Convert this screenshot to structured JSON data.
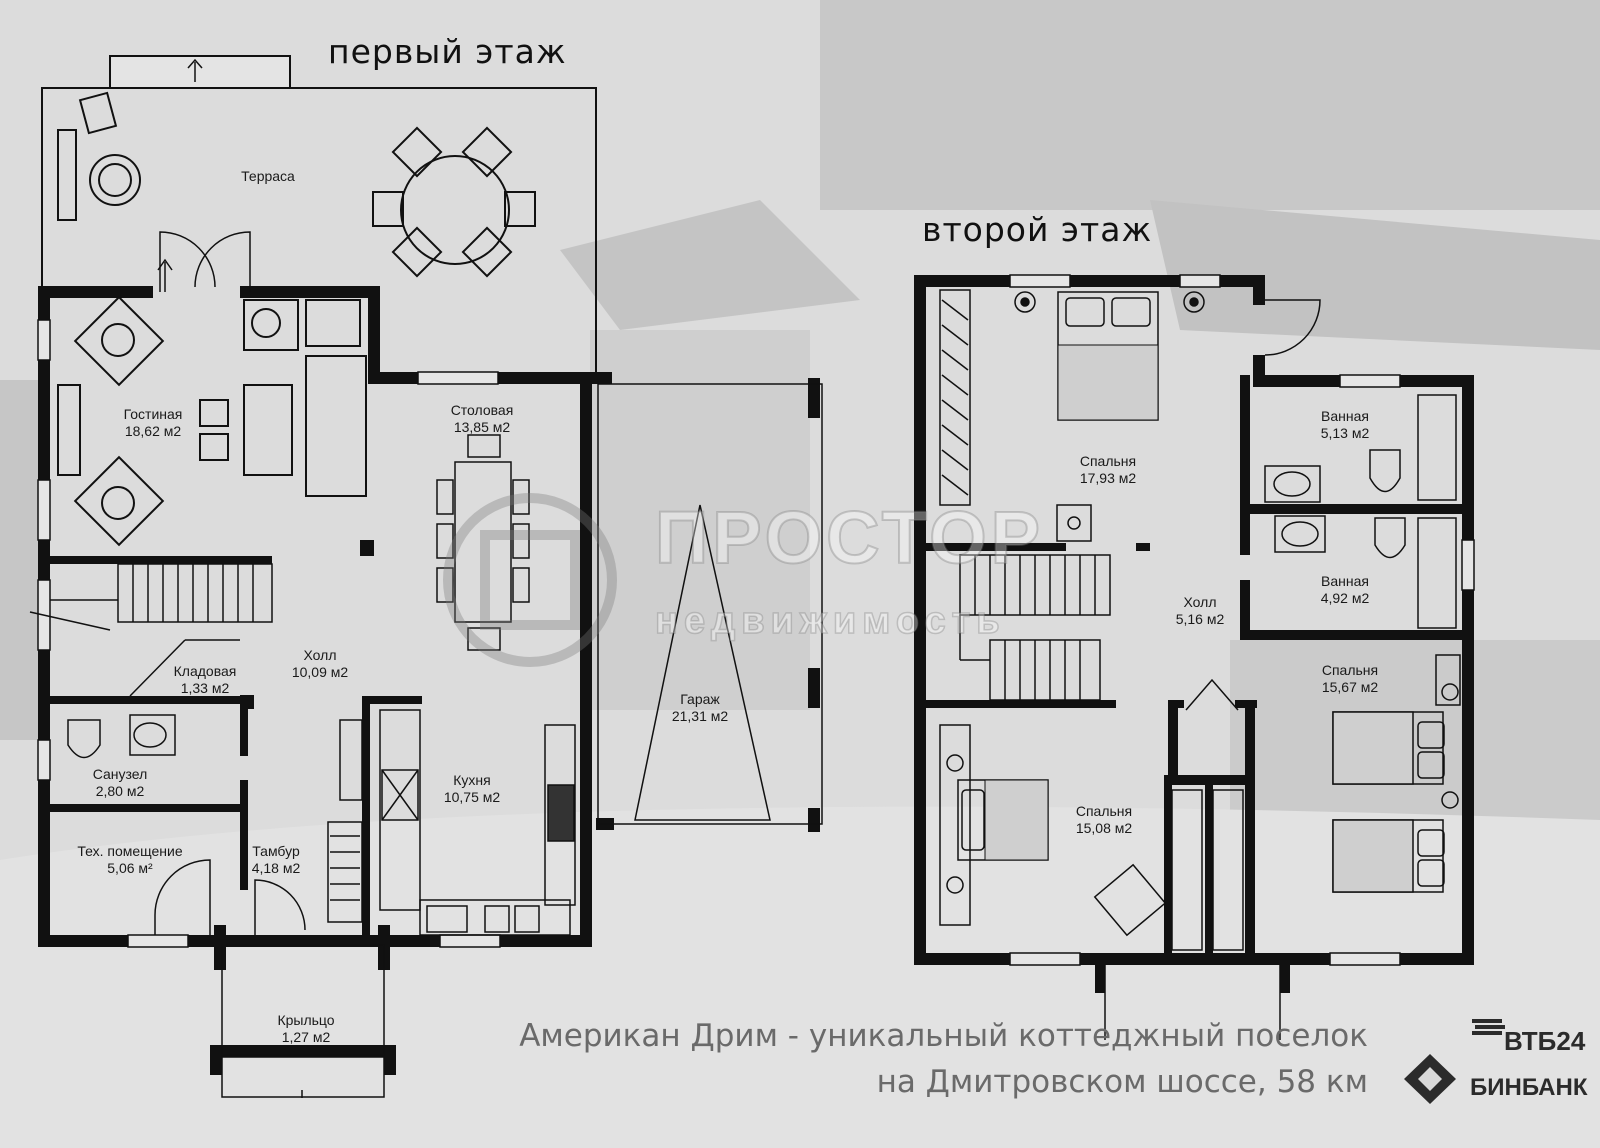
{
  "floors": {
    "first": {
      "title": "первый этаж"
    },
    "second": {
      "title": "второй этаж"
    }
  },
  "rooms_first": [
    {
      "name": "Терраса",
      "area": ""
    },
    {
      "name": "Гостиная",
      "area": "18,62 м2"
    },
    {
      "name": "Столовая",
      "area": "13,85 м2"
    },
    {
      "name": "Холл",
      "area": "10,09 м2"
    },
    {
      "name": "Кладовая",
      "area": "1,33 м2"
    },
    {
      "name": "Санузел",
      "area": "2,80 м2"
    },
    {
      "name": "Кухня",
      "area": "10,75 м2"
    },
    {
      "name": "Тех. помещение",
      "area": "5,06 м²"
    },
    {
      "name": "Тамбур",
      "area": "4,18 м2"
    },
    {
      "name": "Крыльцо",
      "area": "1,27 м2"
    },
    {
      "name": "Гараж",
      "area": "21,31 м2"
    }
  ],
  "rooms_second": [
    {
      "name": "Спальня",
      "area": "17,93 м2"
    },
    {
      "name": "Ванная",
      "area": "5,13 м2"
    },
    {
      "name": "Ванная",
      "area": "4,92 м2"
    },
    {
      "name": "Холл",
      "area": "5,16 м2"
    },
    {
      "name": "Спальня",
      "area": "15,67 м2"
    },
    {
      "name": "Спальня",
      "area": "15,08 м2"
    }
  ],
  "watermark": {
    "title": "ПРОСТОР",
    "subtitle": "недвижимость"
  },
  "caption": {
    "line1": "Американ Дрим - уникальный коттеджный поселок",
    "line2": "на Дмитровском шоссе, 58 км"
  },
  "logo": {
    "bank1": "ВТБ24",
    "bank2": "БИНБАНК"
  },
  "colors": {
    "wall": "#111111",
    "background": "#d9d9d9",
    "caption": "#6a6a6a"
  }
}
